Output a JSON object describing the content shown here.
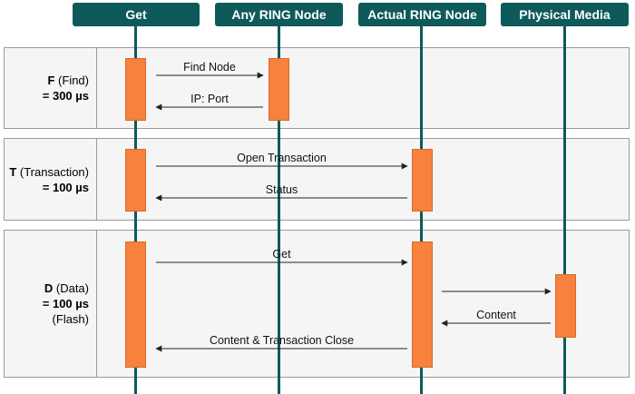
{
  "actors": [
    {
      "id": "get",
      "label": "Get"
    },
    {
      "id": "any_ring_node",
      "label": "Any RING Node"
    },
    {
      "id": "actual_ring_node",
      "label": "Actual RING Node"
    },
    {
      "id": "physical_media",
      "label": "Physical Media"
    }
  ],
  "phases": [
    {
      "letter": "F",
      "name": "(Find)",
      "duration": "= 300 µs",
      "extra": ""
    },
    {
      "letter": "T",
      "name": "(Transaction)",
      "duration": "= 100 µs",
      "extra": ""
    },
    {
      "letter": "D",
      "name": "(Data)",
      "duration": "= 100 µs",
      "extra": "(Flash)"
    }
  ],
  "messages": [
    {
      "from": "get",
      "to": "any_ring_node",
      "label": "Find Node"
    },
    {
      "from": "any_ring_node",
      "to": "get",
      "label": "IP: Port"
    },
    {
      "from": "get",
      "to": "actual_ring_node",
      "label": "Open Transaction"
    },
    {
      "from": "actual_ring_node",
      "to": "get",
      "label": "Status"
    },
    {
      "from": "get",
      "to": "actual_ring_node",
      "label": "Get"
    },
    {
      "from": "actual_ring_node",
      "to": "physical_media",
      "label": ""
    },
    {
      "from": "physical_media",
      "to": "actual_ring_node",
      "label": "Content"
    },
    {
      "from": "actual_ring_node",
      "to": "get",
      "label": "Content & Transaction Close"
    }
  ],
  "colors": {
    "actor_fill": "#0e5a5a",
    "lifeline": "#0e5a5a",
    "activation": "#f7813d",
    "phase_fill": "#f5f5f5",
    "arrow": "#222222"
  }
}
